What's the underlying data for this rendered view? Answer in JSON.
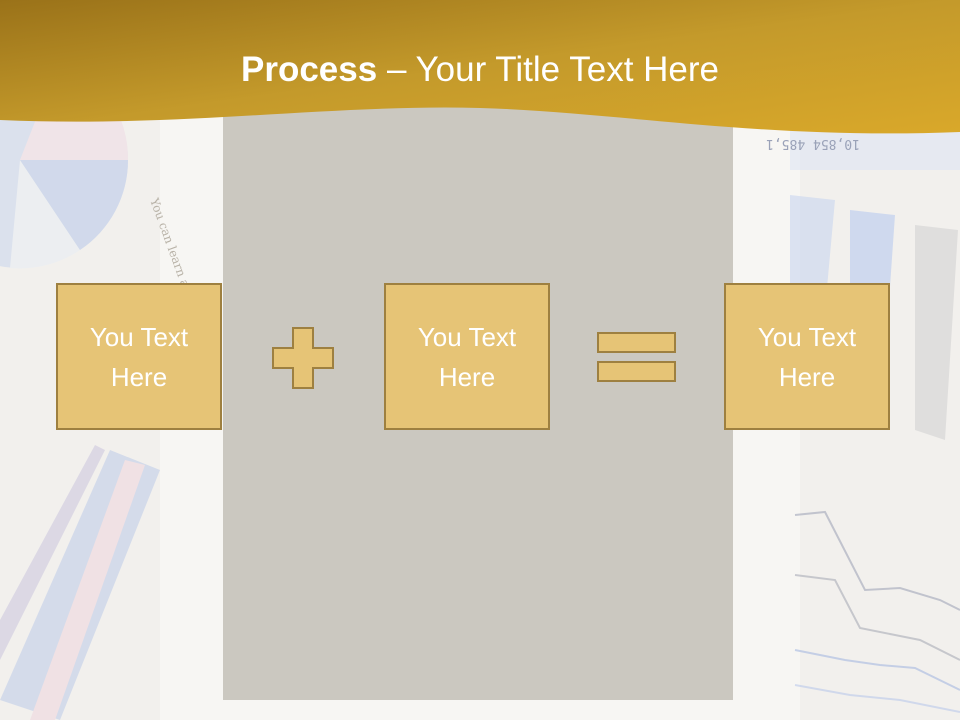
{
  "slide": {
    "title_bold": "Process",
    "title_rest": " – Your Title Text Here",
    "boxes": [
      {
        "label": "You Text Here"
      },
      {
        "label": "You Text Here"
      },
      {
        "label": "You Text Here"
      }
    ],
    "operators": [
      "plus-icon",
      "equals-icon"
    ]
  },
  "colors": {
    "banner": "#c9961f",
    "box_fill": "#e6c476",
    "box_border": "#9e8040",
    "panel": "#cbc8c0"
  }
}
